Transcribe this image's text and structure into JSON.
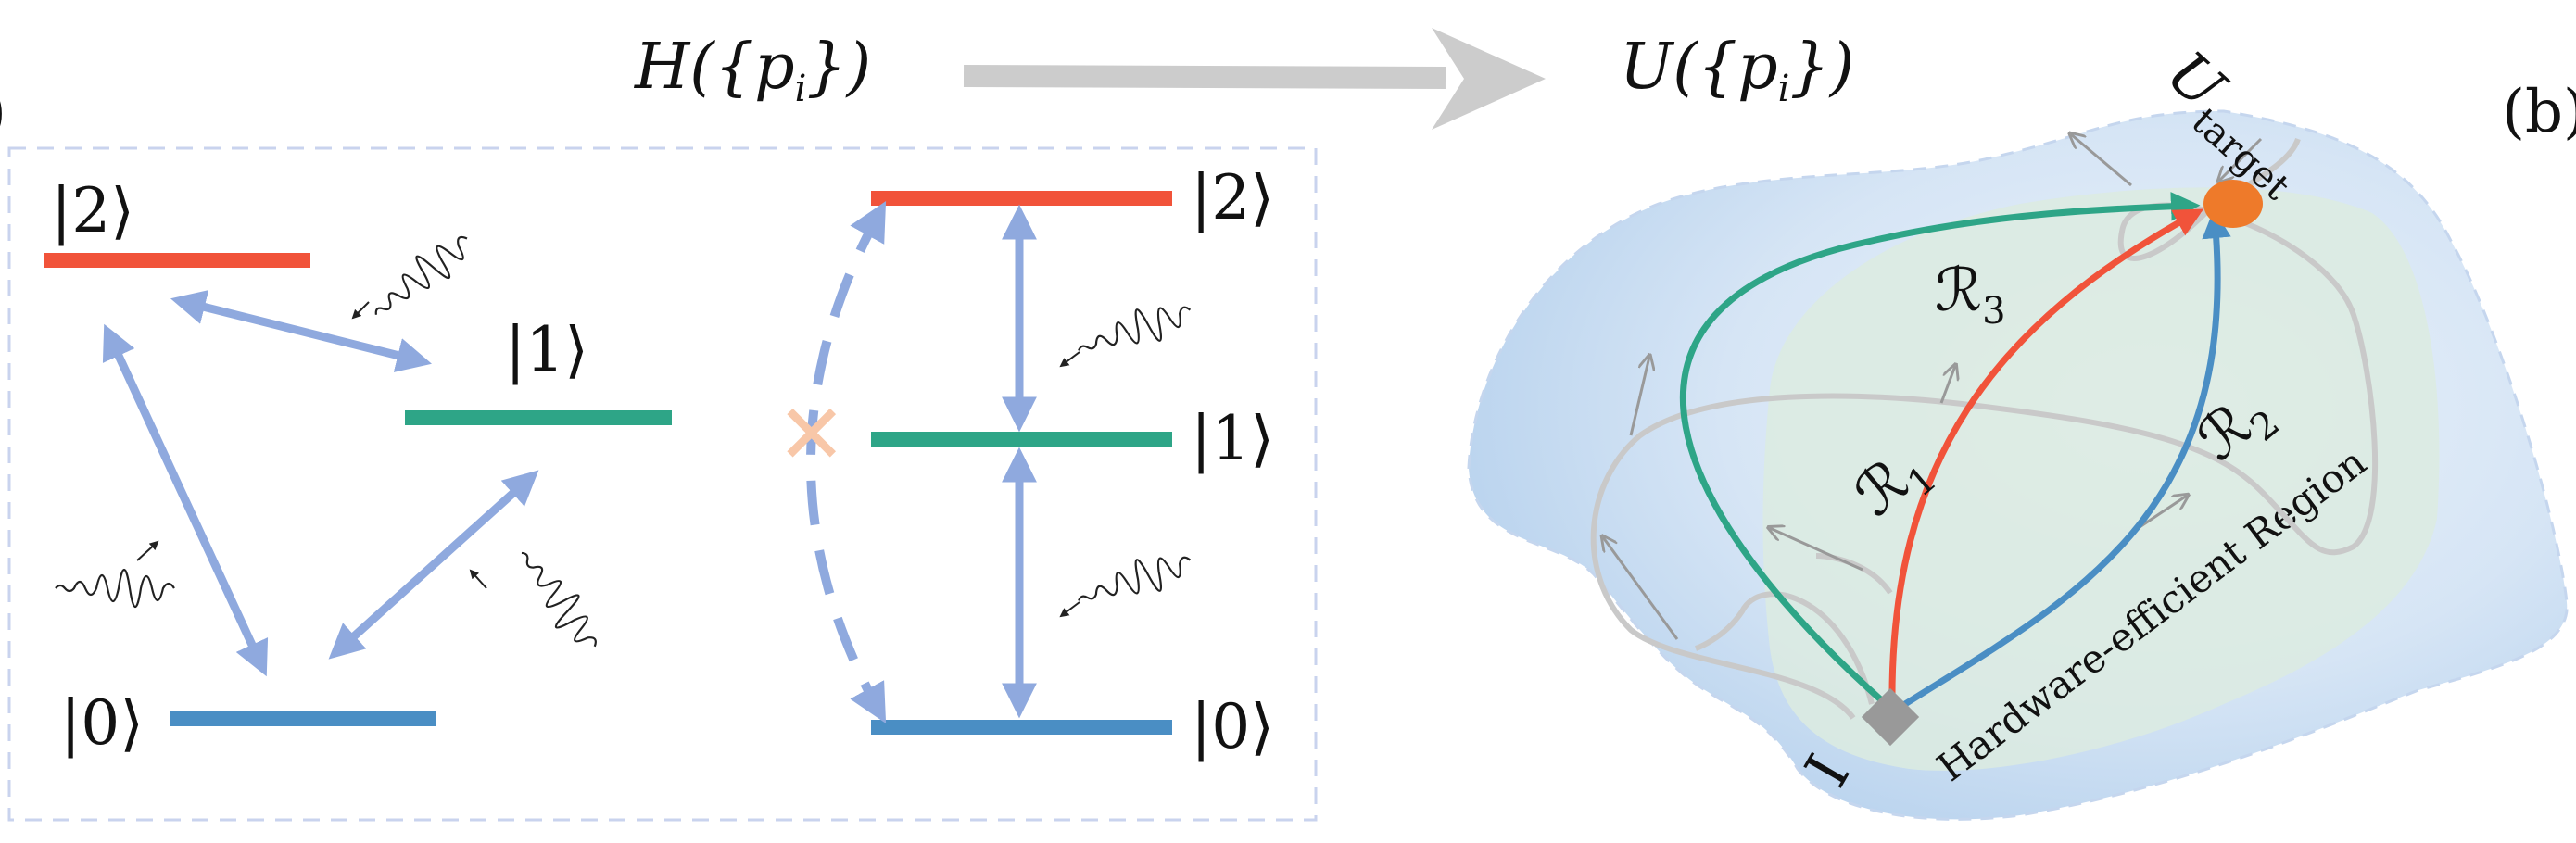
{
  "panel_a": {
    "panel_label": ")",
    "left_levels": {
      "ket2": "|2⟩",
      "ket1": "|1⟩",
      "ket0": "|0⟩"
    },
    "right_levels": {
      "ket2": "|2⟩",
      "ket1": "|1⟩",
      "ket0": "|0⟩"
    },
    "forbidden_mark": "✕"
  },
  "mapping": {
    "hamiltonian": "H({p",
    "hamiltonian_sub": "i",
    "hamiltonian_end": "})",
    "unitary": "U({p",
    "unitary_sub": "i",
    "unitary_end": "})"
  },
  "panel_b": {
    "panel_label": "(b)",
    "target_main": "U",
    "target_sub": "target",
    "identity": "I",
    "region_label": "Hardware-efficient Region",
    "routes": [
      {
        "main": "ℛ",
        "sub": "1"
      },
      {
        "main": "ℛ",
        "sub": "2"
      },
      {
        "main": "ℛ",
        "sub": "3"
      }
    ]
  },
  "colors": {
    "level2": "#f1533a",
    "level1": "#2ea587",
    "level0": "#4a8ec4",
    "transition_arrow": "#8fa9de",
    "forbidden": "#f8c7a8",
    "route1": "#f1533a",
    "route2": "#4a8ec4",
    "route3": "#2ea587",
    "target": "#ee7a2a",
    "identity": "#999999",
    "big_arrow": "#cccccc"
  }
}
